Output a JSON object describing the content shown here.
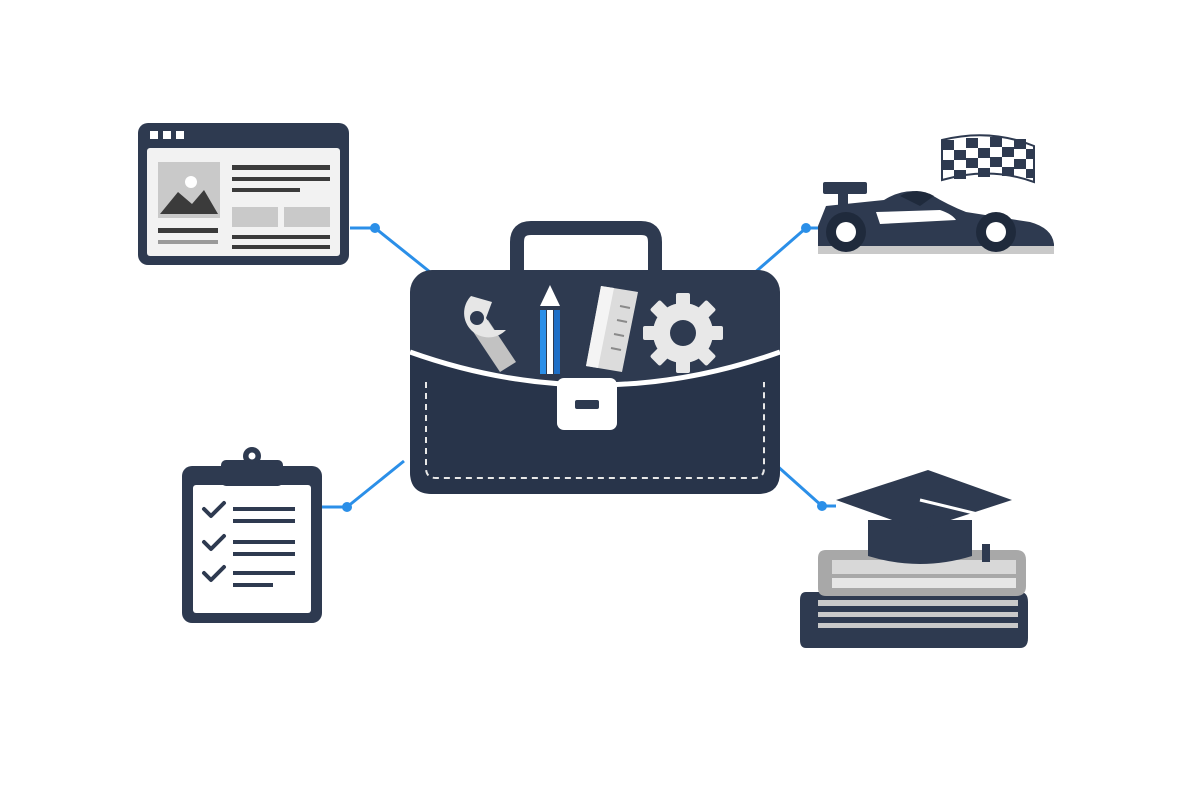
{
  "theme": {
    "navy": "#2e3a50",
    "navy_dark": "#1f2a3c",
    "accent_blue": "#2b8fe8",
    "light_gray": "#c9c9c9",
    "mid_gray": "#9a9a9a",
    "white": "#ffffff"
  },
  "center": {
    "icon": "briefcase-with-tools-icon",
    "tools": [
      "wrench-icon",
      "pencil-icon",
      "ruler-icon",
      "gear-icon"
    ]
  },
  "nodes": [
    {
      "id": "top-left",
      "icon": "web-page-icon"
    },
    {
      "id": "bottom-left",
      "icon": "clipboard-checklist-icon"
    },
    {
      "id": "top-right",
      "icon": "race-car-checkered-flag-icon"
    },
    {
      "id": "bottom-right",
      "icon": "graduation-cap-books-icon"
    }
  ]
}
